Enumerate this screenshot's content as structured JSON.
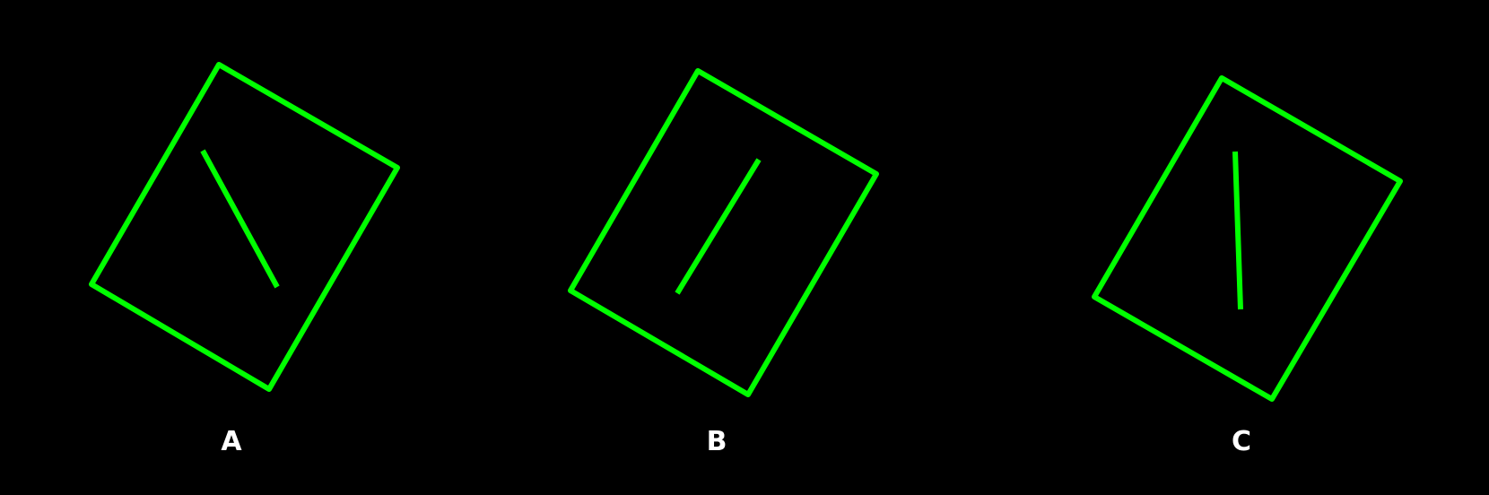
{
  "colors": {
    "background": "#000000",
    "stroke": "#00ff00",
    "label": "#ffffff"
  },
  "panels": [
    {
      "label": "A"
    },
    {
      "label": "B"
    },
    {
      "label": "C"
    }
  ]
}
